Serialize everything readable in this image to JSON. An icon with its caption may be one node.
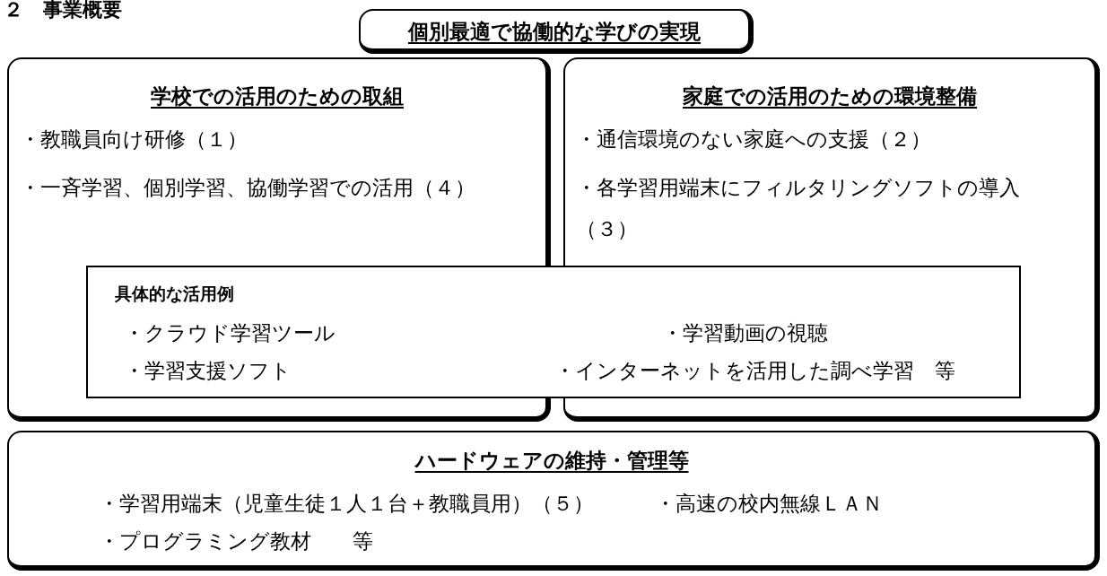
{
  "diagram": {
    "title": "２　事業概要",
    "nodes": [
      {
        "text": [
          "個別最適で協働的な学びの実現"
        ]
      },
      {
        "text": [
          "学校での活用のための取組",
          "・教職員向け研修（１）",
          "・一斉学習、個別学習、協働学習での活用（４）"
        ]
      },
      {
        "text": [
          "家庭での活用のための環境整備",
          "・通信環境のない家庭への支援（２）",
          "・各学習用端末にフィルタリングソフトの導入（３）"
        ]
      },
      {
        "text": [
          "具体的な活用例",
          "・クラウド学習ツール",
          "・学習動画の視聴",
          "・学習支援ソフト",
          "・インターネットを活用した調べ学習　等"
        ]
      },
      {
        "text": [
          "ハードウェアの維持・管理等",
          "・学習用端末（児童生徒１人１台＋教職員用）（５）",
          "・高速の校内無線ＬＡＮ",
          "・プログラミング教材　　等"
        ]
      }
    ]
  }
}
